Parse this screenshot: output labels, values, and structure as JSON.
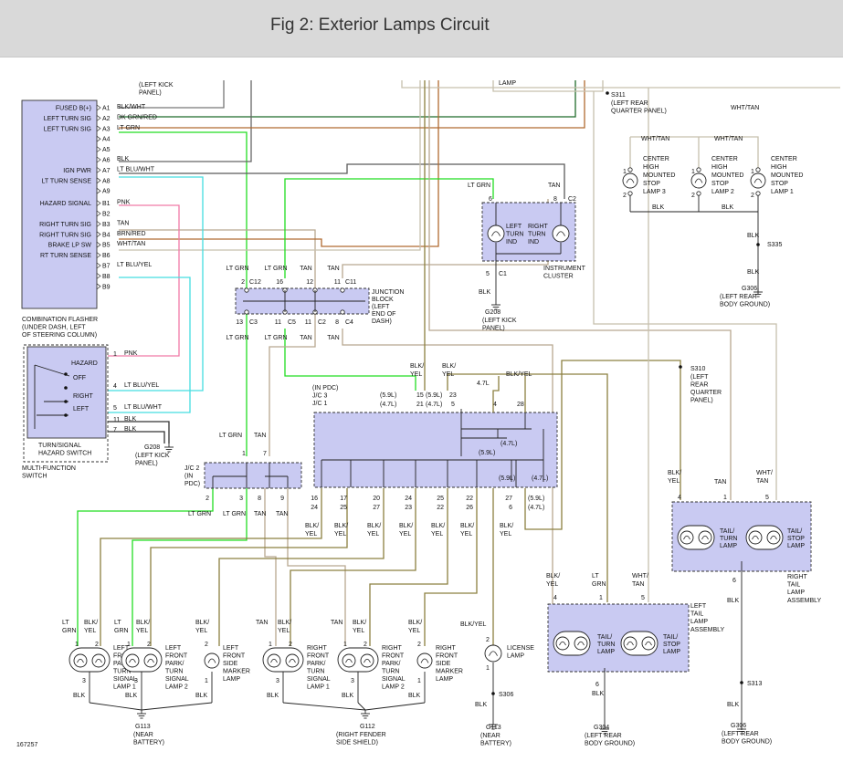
{
  "header": {
    "title": "Fig 2: Exterior Lamps Circuit"
  },
  "colors": {
    "lt_grn": "#22dd22",
    "lt_blu": "#44dde0",
    "pnk": "#f07aa8",
    "brn": "#b06a30",
    "dk_grn": "#1f6b2a",
    "tan": "#b8a890",
    "blk_yel": "#8c8040",
    "wht_tan": "#c7c0ae",
    "box_fill": "#c9caf2"
  },
  "diagram": {
    "top_labels": [
      "(LEFT KICK",
      "PANEL)",
      "LAMP",
      "S311",
      "(LEFT REAR",
      "QUARTER PANEL)",
      "WHT/TAN"
    ],
    "flasher": {
      "pins": [
        {
          "pin": "A1",
          "label": "FUSED B(+)",
          "wire": "BLK/WHT"
        },
        {
          "pin": "A2",
          "label": "LEFT TURN SIG",
          "wire": "DK GRN/RED"
        },
        {
          "pin": "A3",
          "label": "LEFT TURN SIG",
          "wire": "LT GRN"
        },
        {
          "pin": "A4",
          "label": "",
          "wire": ""
        },
        {
          "pin": "A5",
          "label": "",
          "wire": ""
        },
        {
          "pin": "A6",
          "label": "",
          "wire": "BLK"
        },
        {
          "pin": "A7",
          "label": "IGN PWR",
          "wire": "LT BLU/WHT"
        },
        {
          "pin": "A8",
          "label": "LT TURN SENSE",
          "wire": ""
        },
        {
          "pin": "A9",
          "label": "",
          "wire": ""
        },
        {
          "pin": "B1",
          "label": "HAZARD SIGNAL",
          "wire": "PNK"
        },
        {
          "pin": "B2",
          "label": "",
          "wire": ""
        },
        {
          "pin": "B3",
          "label": "RIGHT TURN SIG",
          "wire": "TAN"
        },
        {
          "pin": "B4",
          "label": "RIGHT TURN SIG",
          "wire": "BRN/RED"
        },
        {
          "pin": "B5",
          "label": "BRAKE LP SW",
          "wire": "WHT/TAN"
        },
        {
          "pin": "B6",
          "label": "RT TURN SENSE",
          "wire": ""
        },
        {
          "pin": "B7",
          "label": "",
          "wire": "LT BLU/YEL"
        },
        {
          "pin": "B8",
          "label": "",
          "wire": ""
        },
        {
          "pin": "B9",
          "label": "",
          "wire": ""
        }
      ],
      "caption": [
        "COMBINATION FLASHER",
        "(UNDER DASH, LEFT",
        "OF STEERING COLUMN)"
      ]
    },
    "hazard_switch": {
      "positions": [
        "HAZARD",
        "OFF",
        "RIGHT",
        "LEFT"
      ],
      "pins": [
        {
          "pin": "1",
          "wire": "PNK"
        },
        {
          "pin": "4",
          "wire": "LT BLU/YEL"
        },
        {
          "pin": "5",
          "wire": "LT BLU/WHT"
        },
        {
          "pin": "11",
          "wire": "BLK"
        },
        {
          "pin": "7",
          "wire": "BLK"
        }
      ],
      "caption": [
        "TURN/SIGNAL",
        "HAZARD SWITCH"
      ],
      "outer_caption": [
        "MULTI-FUNCTION",
        "SWITCH"
      ],
      "ground": [
        "G208",
        "(LEFT KICK",
        "PANEL)"
      ]
    },
    "junction_block": {
      "caption": [
        "JUNCTION",
        "BLOCK",
        "(LEFT",
        "END OF",
        "DASH)"
      ],
      "top_pins": [
        {
          "wire": "LT GRN",
          "pin": "2",
          "conn": "C12"
        },
        {
          "wire": "LT GRN",
          "pin": "16",
          "conn": ""
        },
        {
          "wire": "TAN",
          "pin": "12",
          "conn": ""
        },
        {
          "wire": "TAN",
          "pin": "11",
          "conn": "C11"
        }
      ],
      "bottom_pins": [
        {
          "pin": "13",
          "conn": "C3",
          "wire": "LT GRN"
        },
        {
          "pin": "11",
          "conn": "C5",
          "wire": "LT GRN"
        },
        {
          "pin": "11",
          "conn": "C2",
          "wire": "TAN"
        },
        {
          "pin": "8",
          "conn": "C4",
          "wire": "TAN"
        }
      ]
    },
    "instrument_cluster": {
      "caption": [
        "INSTRUMENT",
        "CLUSTER"
      ],
      "top_wires": [
        {
          "wire": "LT GRN",
          "pin": "6",
          "conn": ""
        },
        {
          "wire": "TAN",
          "pin": "8",
          "conn": "C2"
        }
      ],
      "bottom": {
        "pin": "5",
        "conn": "C1",
        "wire": "BLK"
      },
      "indicators": [
        {
          "line1": "LEFT",
          "line2": "TURN",
          "line3": "IND"
        },
        {
          "line1": "RIGHT",
          "line2": "TURN",
          "line3": "IND"
        }
      ],
      "ground": [
        "G208",
        "(LEFT KICK",
        "PANEL)"
      ]
    },
    "chmsl": {
      "lamps": [
        {
          "pin_top": "1",
          "pin_bot": "2",
          "label": [
            "CENTER",
            "HIGH",
            "MOUNTED",
            "STOP",
            "LAMP 3"
          ],
          "wire": "WHT/TAN"
        },
        {
          "pin_top": "1",
          "pin_bot": "2",
          "label": [
            "CENTER",
            "HIGH",
            "MOUNTED",
            "STOP",
            "LAMP 2"
          ],
          "wire": "WHT/TAN"
        },
        {
          "pin_top": "1",
          "pin_bot": "2",
          "label": [
            "CENTER",
            "HIGH",
            "MOUNTED",
            "STOP",
            "LAMP 1"
          ],
          "wire": ""
        }
      ],
      "bottom_wires": [
        "BLK",
        "BLK",
        "BLK",
        "BLK"
      ],
      "splice": "S335",
      "ground": [
        "G306",
        "(LEFT REAR",
        "BODY GROUND)"
      ]
    },
    "pdc": {
      "caption": [
        "(IN PDC)",
        "J/C 3",
        "J/C 1"
      ],
      "top_wires": [
        {
          "wire": "BLK/",
          "wire2": "YEL"
        },
        {
          "wire": "BLK/",
          "wire2": "YEL"
        }
      ],
      "top_pins": [
        {
          "eng": "(5.9L)",
          "pin": "15"
        },
        {
          "eng": "(4.7L)",
          "pin": "21"
        },
        {
          "eng": "(5.9L)",
          "pin": "23"
        },
        {
          "eng": "(4.7L)",
          "pin": "5"
        },
        {
          "eng": "4.7L",
          "pin": "4"
        },
        {
          "eng": "BLK/YEL",
          "pin": "28"
        }
      ],
      "inner_labels": [
        "(4.7L)",
        "(5.9L)",
        "(5.9L)",
        "(4.7L)"
      ],
      "bottom_pins": [
        {
          "a": "16",
          "b": "24"
        },
        {
          "a": "17",
          "b": "25"
        },
        {
          "a": "20",
          "b": "27"
        },
        {
          "a": "24",
          "b": "23"
        },
        {
          "a": "25",
          "b": "22"
        },
        {
          "a": "22",
          "b": "26"
        },
        {
          "a": "27",
          "b": "6"
        }
      ],
      "engine_notes": [
        "(5.9L)",
        "(4.7L)"
      ],
      "bottom_wires": [
        {
          "a": "BLK/",
          "b": "YEL"
        },
        {
          "a": "BLK/",
          "b": "YEL"
        },
        {
          "a": "BLK/",
          "b": "YEL"
        },
        {
          "a": "BLK/",
          "b": "YEL"
        },
        {
          "a": "BLK/",
          "b": "YEL"
        },
        {
          "a": "BLK/",
          "b": "YEL"
        },
        {
          "a": "BLK/",
          "b": "YEL"
        }
      ]
    },
    "jc2": {
      "caption": [
        "J/C 2",
        "(IN",
        "PDC)"
      ],
      "top": [
        {
          "wire": "LT GRN",
          "pin": "1"
        },
        {
          "wire": "TAN",
          "pin": "7"
        }
      ],
      "bottom": [
        {
          "pin": "2",
          "wire": "LT GRN"
        },
        {
          "pin": "3",
          "wire": "LT GRN"
        },
        {
          "pin": "8",
          "wire": "TAN"
        },
        {
          "pin": "9",
          "wire": "TAN"
        }
      ]
    },
    "s310": {
      "name": "S310",
      "caption": [
        "(LEFT",
        "REAR",
        "QUARTER",
        "PANEL)"
      ]
    },
    "right_tail": {
      "caption": [
        "RIGHT",
        "TAIL",
        "LAMP",
        "ASSEMBLY"
      ],
      "top_wires": [
        {
          "wire": "BLK/",
          "wire2": "YEL",
          "pin": "4"
        },
        {
          "wire": "TAN",
          "wire2": "",
          "pin": "1"
        },
        {
          "wire": "WHT/",
          "wire2": "TAN",
          "pin": "5"
        }
      ],
      "bulbs": [
        [
          "TAIL/",
          "TURN",
          "LAMP"
        ],
        [
          "TAIL/",
          "STOP",
          "LAMP"
        ]
      ],
      "bottom": {
        "pin": "6",
        "wire": "BLK"
      },
      "splice": "S313",
      "ground": [
        "G306",
        "(LEFT REAR",
        "BODY GROUND)"
      ]
    },
    "left_tail": {
      "caption": [
        "LEFT",
        "TAIL",
        "LAMP",
        "ASSEMBLY"
      ],
      "top_wires": [
        {
          "wire": "BLK/",
          "wire2": "YEL",
          "pin": "4"
        },
        {
          "wire": "LT",
          "wire2": "GRN",
          "pin": "1"
        },
        {
          "wire": "WHT/",
          "wire2": "TAN",
          "pin": "5"
        }
      ],
      "bulbs": [
        [
          "TAIL/",
          "TURN",
          "LAMP"
        ],
        [
          "TAIL/",
          "STOP",
          "LAMP"
        ]
      ],
      "bottom": {
        "pin": "6",
        "wire": "BLK"
      },
      "ground": [
        "G304",
        "(LEFT REAR",
        "BODY GROUND)"
      ]
    },
    "front_lamps": [
      {
        "wires": [
          {
            "a": "LT",
            "b": "GRN"
          },
          {
            "a": "BLK/",
            "b": "YEL"
          }
        ],
        "pins": [
          "1",
          "2"
        ],
        "bottom_pin": "3",
        "label": [
          "LEFT",
          "FRONT",
          "PARK/",
          "TURN",
          "SIGNAL",
          "LAMP 1"
        ]
      },
      {
        "wires": [
          {
            "a": "LT",
            "b": "GRN"
          },
          {
            "a": "BLK/",
            "b": "YEL"
          }
        ],
        "pins": [
          "1",
          "2"
        ],
        "bottom_pin": "3",
        "label": [
          "LEFT",
          "FRONT",
          "PARK/",
          "TURN",
          "SIGNAL",
          "LAMP 2"
        ]
      },
      {
        "wires": [
          {
            "a": "BLK/",
            "b": "YEL"
          }
        ],
        "pins": [
          "2"
        ],
        "bottom_pin": "1",
        "label": [
          "LEFT",
          "FRONT",
          "SIDE",
          "MARKER",
          "LAMP"
        ]
      },
      {
        "wires": [
          {
            "a": "TAN",
            "b": ""
          },
          {
            "a": "BLK/",
            "b": "YEL"
          }
        ],
        "pins": [
          "1",
          "2"
        ],
        "bottom_pin": "3",
        "label": [
          "RIGHT",
          "FRONT",
          "PARK/",
          "TURN",
          "SIGNAL",
          "LAMP 1"
        ]
      },
      {
        "wires": [
          {
            "a": "TAN",
            "b": ""
          },
          {
            "a": "BLK/",
            "b": "YEL"
          }
        ],
        "pins": [
          "1",
          "2"
        ],
        "bottom_pin": "3",
        "label": [
          "RIGHT",
          "FRONT",
          "PARK/",
          "TURN",
          "SIGNAL",
          "LAMP 2"
        ]
      },
      {
        "wires": [
          {
            "a": "BLK/",
            "b": "YEL"
          }
        ],
        "pins": [
          "2"
        ],
        "bottom_pin": "1",
        "label": [
          "RIGHT",
          "FRONT",
          "SIDE",
          "MARKER",
          "LAMP"
        ]
      }
    ],
    "license_lamp": {
      "wire": "BLK/YEL",
      "pin_top": "2",
      "pin_bot": "1",
      "label": [
        "LICENSE",
        "LAMP"
      ],
      "splice": "S306"
    },
    "ground_wires": [
      "BLK",
      "BLK",
      "BLK",
      "BLK",
      "BLK",
      "BLK",
      "BLK"
    ],
    "grounds": [
      {
        "name": "G113",
        "caption": [
          "(NEAR",
          "BATTERY)"
        ]
      },
      {
        "name": "G112",
        "caption": [
          "(RIGHT FENDER",
          "SIDE SHIELD)"
        ]
      },
      {
        "name": "G113",
        "caption": [
          "(NEAR",
          "BATTERY)"
        ]
      }
    ],
    "figure_id": "167257"
  }
}
